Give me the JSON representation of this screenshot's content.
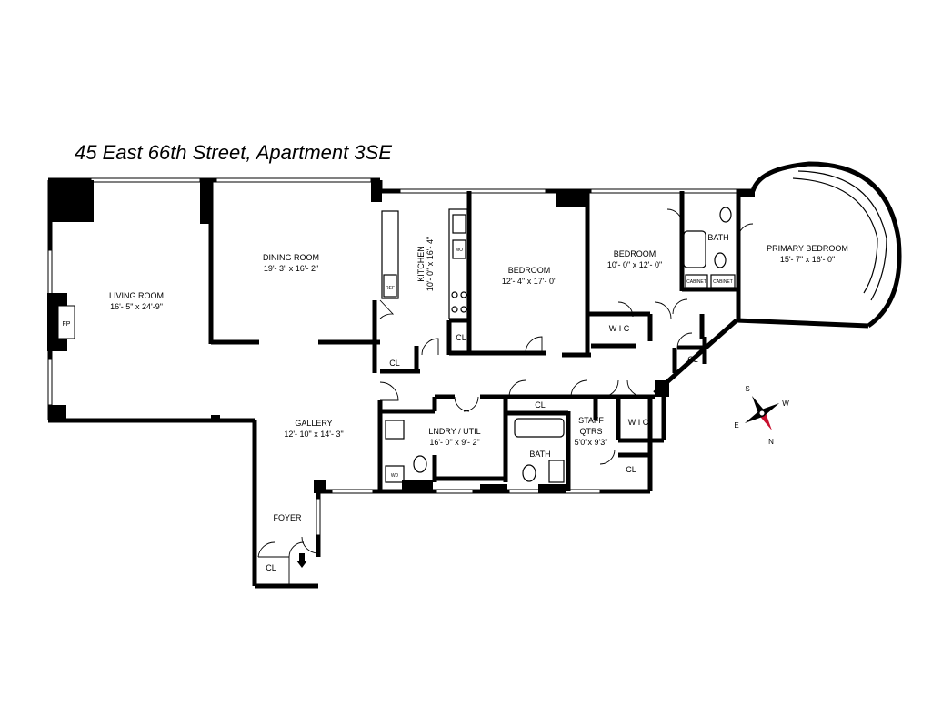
{
  "title": "45 East 66th Street, Apartment 3SE",
  "rooms": {
    "living": {
      "name": "LIVING ROOM",
      "dims": "16'- 5\" x 24'-9\""
    },
    "dining": {
      "name": "DINING ROOM",
      "dims": "19'- 3\" x 16'- 2\""
    },
    "kitchen": {
      "name": "KITCHEN",
      "dims": "10'- 0\" x 16'- 4\""
    },
    "bedroom1": {
      "name": "BEDROOM",
      "dims": "12'- 4\" x 17'- 0\""
    },
    "bedroom2": {
      "name": "BEDROOM",
      "dims": "10'- 0\" x 12'- 0\""
    },
    "primary": {
      "name": "PRIMARY BEDROOM",
      "dims": "15'- 7\" x 16'- 0\""
    },
    "gallery": {
      "name": "GALLERY",
      "dims": "12'- 10\" x 14'- 3\""
    },
    "laundry": {
      "name": "LNDRY / UTIL",
      "dims": "16'- 0\" x 9'- 2\""
    },
    "staff": {
      "name1": "STAFF",
      "name2": "QTRS",
      "dims": "5'0\"x 9'3\""
    },
    "foyer": {
      "name": "FOYER"
    },
    "bath1": {
      "name": "BATH"
    },
    "bath2": {
      "name": "BATH"
    }
  },
  "labels": {
    "fp": "FP",
    "cl": "CL",
    "wic": "W I C",
    "ref": "REF",
    "mo": "MO",
    "wd": "WD",
    "cabinet": "CABINET"
  },
  "compass": {
    "n": "N",
    "s": "S",
    "e": "E",
    "w": "W"
  }
}
